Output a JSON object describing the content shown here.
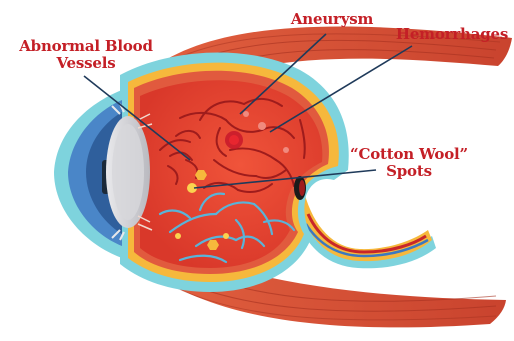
{
  "labels": {
    "abnormal_blood_vessels": {
      "line1": "Abnormal Blood",
      "line2": "Vessels"
    },
    "aneurysm": "Aneurysm",
    "hemorrhages": "Hemorrhages",
    "cotton_wool_spots": {
      "line1": "“Cotton Wool”",
      "line2": "Spots"
    }
  },
  "colors": {
    "label_text": "#c41f26",
    "pointer_line": "#1f3a5a",
    "muscle": "#d9533d",
    "sclera": "#f6b83c",
    "outer_ring": "#7ed3dd",
    "retina": "#e53d2f",
    "retina_inner": "#e8462f",
    "blood_vessel": "#9f1c1c",
    "blue_vessel": "#59b4d9",
    "cornea": "#4a86c8",
    "lens": "#c8c8cc",
    "yellow_spot": "#fbd24f"
  }
}
